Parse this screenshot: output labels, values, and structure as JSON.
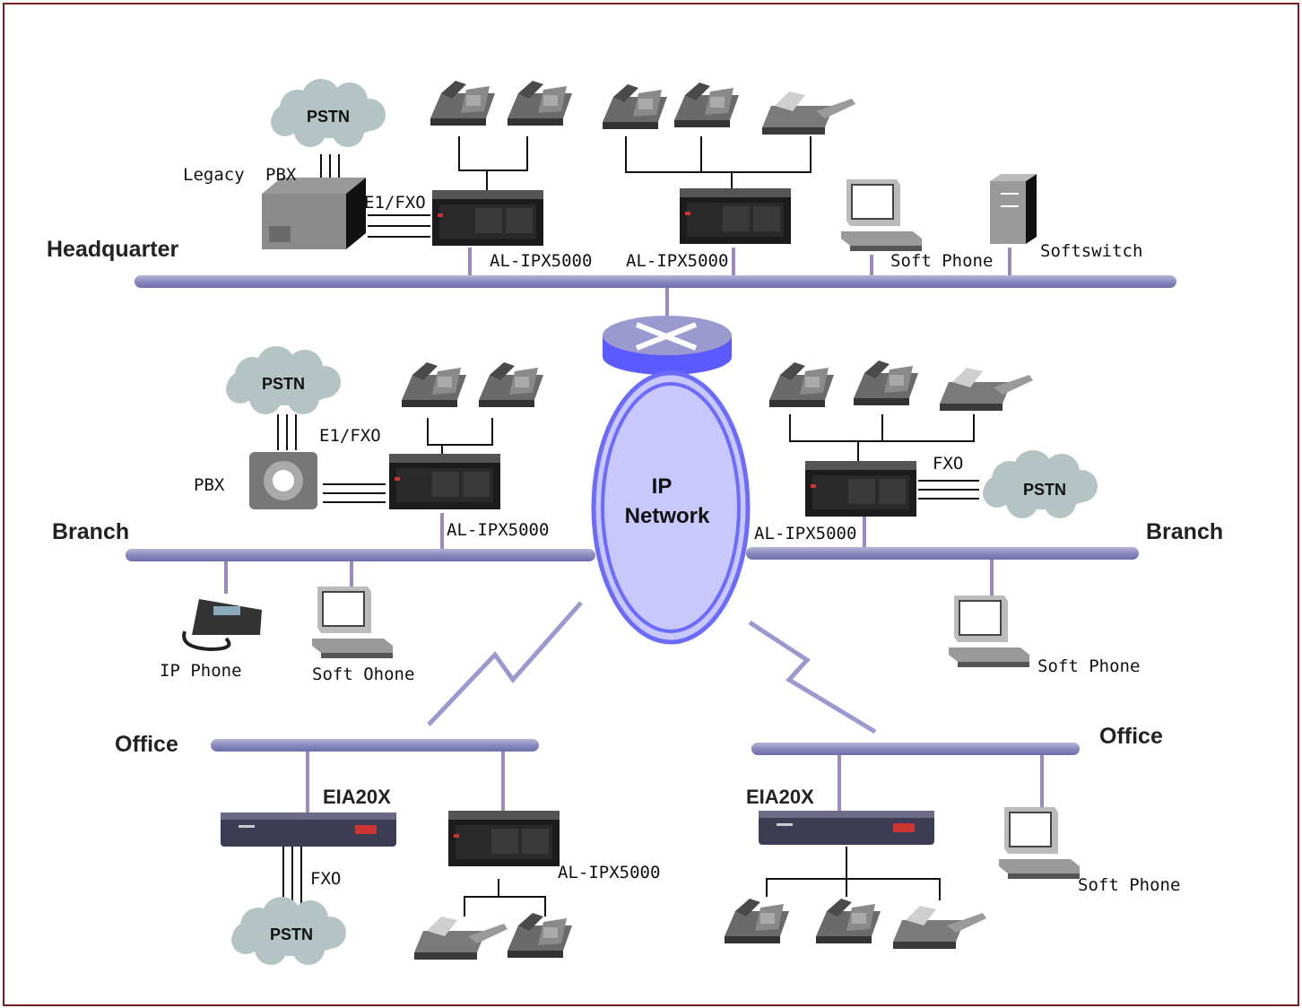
{
  "sections": {
    "headquarter": "Headquarter",
    "branch_left": "Branch",
    "branch_right": "Branch",
    "office_left": "Office",
    "office_right": "Office"
  },
  "ip_network": {
    "line1": "IP",
    "line2": "Network"
  },
  "clouds": {
    "hq_pstn": "PSTN",
    "branch_left_pstn": "PSTN",
    "branch_right_pstn": "PSTN",
    "office_left_pstn": "PSTN"
  },
  "labels": {
    "legacy": "Legacy",
    "hq_pbx": "PBX",
    "hq_e1fxo": "E1/FXO",
    "hq_ipx_1": "AL-IPX5000",
    "hq_ipx_2": "AL-IPX5000",
    "hq_soft_phone": "Soft Phone",
    "softswitch": "Softswitch",
    "branch_pbx": "PBX",
    "branch_e1fxo": "E1/FXO",
    "branch_left_ipx": "AL-IPX5000",
    "branch_right_fxo": "FXO",
    "branch_right_ipx": "AL-IPX5000",
    "ip_phone": "IP Phone",
    "soft_ohone": "Soft Ohone",
    "branch_right_soft_phone": "Soft Phone",
    "office_left_eia": "EIA20X",
    "office_left_fxo": "FXO",
    "office_left_ipx": "AL-IPX5000",
    "office_right_eia": "EIA20X",
    "office_right_soft_phone": "Soft Phone"
  },
  "colors": {
    "bus": "#8c8cc0",
    "frame": "#7a1f1f",
    "ip_network_fill": "#c8c8ff",
    "ip_network_stroke": "#6b6bff"
  }
}
